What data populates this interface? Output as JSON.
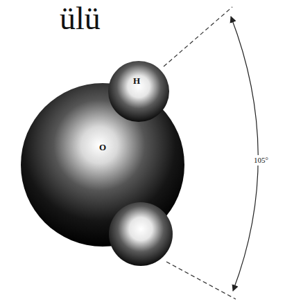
{
  "diagram": {
    "labels": [
      "ülü",
      "H",
      "O",
      "105°"
    ]
  }
}
